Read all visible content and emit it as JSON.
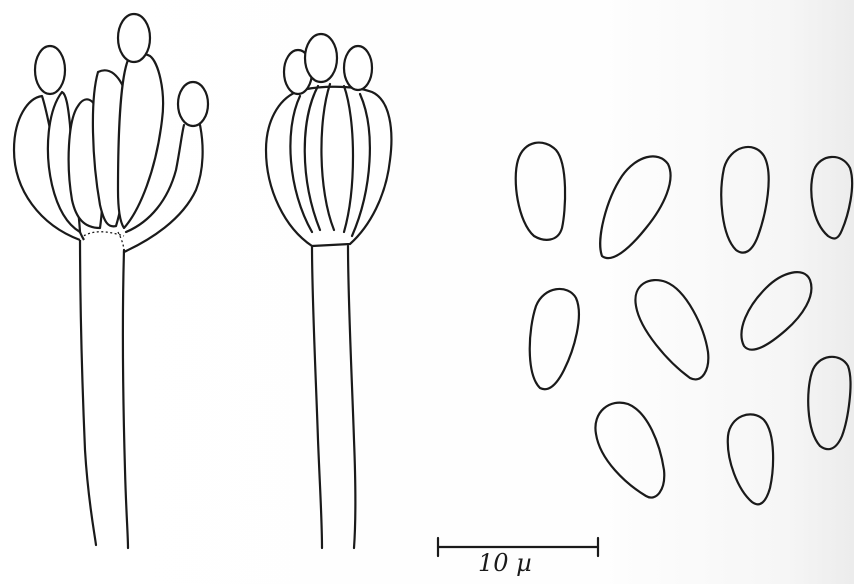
{
  "figure": {
    "scale_bar": {
      "label": "10 µ"
    },
    "panels": [
      "basidium-left",
      "basidium-middle",
      "spores"
    ],
    "colors": {
      "ink": "#1a1a1a",
      "paper": "#ffffff"
    }
  }
}
